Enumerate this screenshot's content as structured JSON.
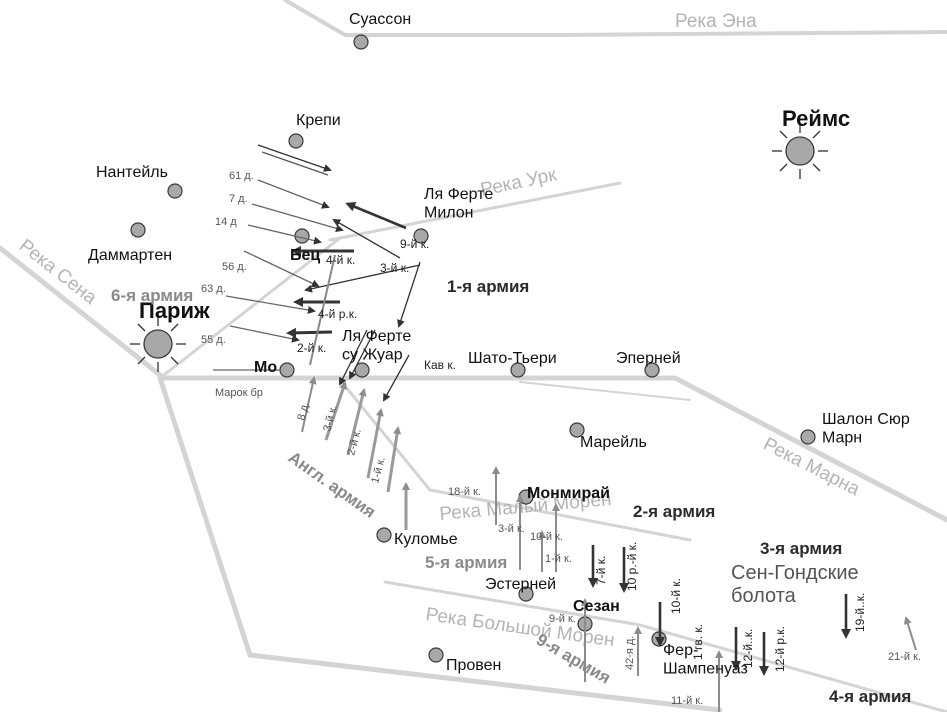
{
  "rivers": {
    "aisne": "Река Эна",
    "ourcq": "Река Урк",
    "seine": "Река Сена",
    "marne": "Река Марна",
    "petit_morin": "Река Малый Морен",
    "grand_morin": "Река Большой Морен"
  },
  "cities": {
    "soissons": "Суассон",
    "crepy": "Крепи",
    "nanteuil": "Нантейль",
    "dammartin": "Даммартен",
    "la_ferte_milon": "Ля Ферте\nМилон",
    "reims": "Реймс",
    "paris": "Париж",
    "meaux": "Мо",
    "betz": "Бец",
    "la_ferte_sous_jouarre": "Ля Ферте\nсу Жуар",
    "chateau_thierry": "Шато-Тьери",
    "epernay": "Эперней",
    "chalons": "Шалон Сюр\nМарн",
    "mareuil": "Марейль",
    "montmirail": "Монмирай",
    "coulommiers": "Куломье",
    "esternay": "Эстерней",
    "sezanne": "Сезан",
    "provins": "Провен",
    "fere_champenoise": "Фер-\nШампенуаз"
  },
  "armies": {
    "army1": "1-я армия",
    "army2": "2-я армия",
    "army3": "3-я армия",
    "army4": "4-я армия",
    "army5": "5-я армия",
    "army6": "6-я армия",
    "army9": "9-я армия",
    "british": "Англ. армия"
  },
  "swamps": "Сен-Гондские\nболота",
  "units": {
    "d61": "61 д.",
    "d7": "7 д.",
    "d14": "14 д",
    "d56": "56 д.",
    "d63": "63 д.",
    "d55": "55 д.",
    "k4_west": "4-й к.",
    "k9": "9-й к.",
    "k3_west": "3-й к.",
    "rk4": "4-й р.к.",
    "k2_west": "2-й к.",
    "marok": "Марок бр",
    "kav": "Кав к.",
    "d8": "8 д.",
    "k3_brit": "3-й к.",
    "k2_brit": "2-й к.",
    "k1_brit": "1-й к.",
    "k18": "18-й к.",
    "k3_5": "3-й к.",
    "k10_5": "10-й к.",
    "k1_5": "1-й к.",
    "k7": "7-й к.",
    "rk10": "10 р.-й к.",
    "k9_9": "9-й к.",
    "d42": "42-я д.",
    "k10_2": "10-й к.",
    "gv1": "1 гв. к.",
    "k12": "12-й..к.",
    "rk12": "12-й р.к.",
    "k19": "19-й..к.",
    "k21": "21-й к.",
    "k11": "11-й к."
  },
  "colors": {
    "german_arrow": "#333333",
    "allied_arrow": "#8c8c8c",
    "river_line": "#d4d4d4",
    "border_line": "#bbbbbb",
    "town_fill": "#a8a8a8"
  }
}
